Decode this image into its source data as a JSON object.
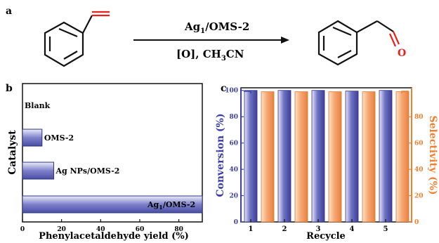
{
  "panel_labels": {
    "a": "a",
    "b": "b",
    "c": "c"
  },
  "reaction": {
    "catalyst_main": "Ag",
    "catalyst_sub": "1",
    "catalyst_rest": "/OMS-2",
    "conditions": "[O],  CH",
    "conditions_sub": "3",
    "conditions_rest": "CN"
  },
  "colors": {
    "vinyl_bond": "#e8211d",
    "aldehyde_o": "#e8211d",
    "bar_blue": "#5b5fb5",
    "bar_orange": "#f5a26a",
    "axis_left": "#3b3fa6",
    "axis_right": "#f07f2f"
  },
  "chart_data": [
    {
      "type": "bar",
      "orientation": "horizontal",
      "xlabel": "Phenylacetaldehyde yield (%)",
      "ylabel": "Catalyst",
      "xlim": [
        0,
        92
      ],
      "xticks": [
        0,
        20,
        40,
        60,
        80
      ],
      "categories": [
        {
          "name": "Blank",
          "sub": "",
          "rest": ""
        },
        {
          "name": "OMS-2",
          "sub": "",
          "rest": ""
        },
        {
          "name": "Ag NPs/OMS-2",
          "sub": "",
          "rest": ""
        },
        {
          "name": "Ag",
          "sub": "1",
          "rest": "/OMS-2"
        }
      ],
      "values": [
        0,
        10,
        16,
        92
      ]
    },
    {
      "type": "bar",
      "xlabel": "Recycle",
      "ylabel_left": "Conversion (%)",
      "ylabel_right": "Selectivity (%)",
      "ylim": [
        0,
        102
      ],
      "yticks_left": [
        0,
        20,
        40,
        60,
        80,
        100
      ],
      "yticks_right": [
        0,
        20,
        40,
        60,
        80
      ],
      "categories": [
        "1",
        "2",
        "3",
        "4",
        "5"
      ],
      "series": [
        {
          "axis": "left",
          "values": [
            100,
            100,
            100,
            99.5,
            100
          ]
        },
        {
          "axis": "right",
          "values": [
            99,
            99,
            99,
            99,
            99
          ]
        }
      ]
    }
  ]
}
